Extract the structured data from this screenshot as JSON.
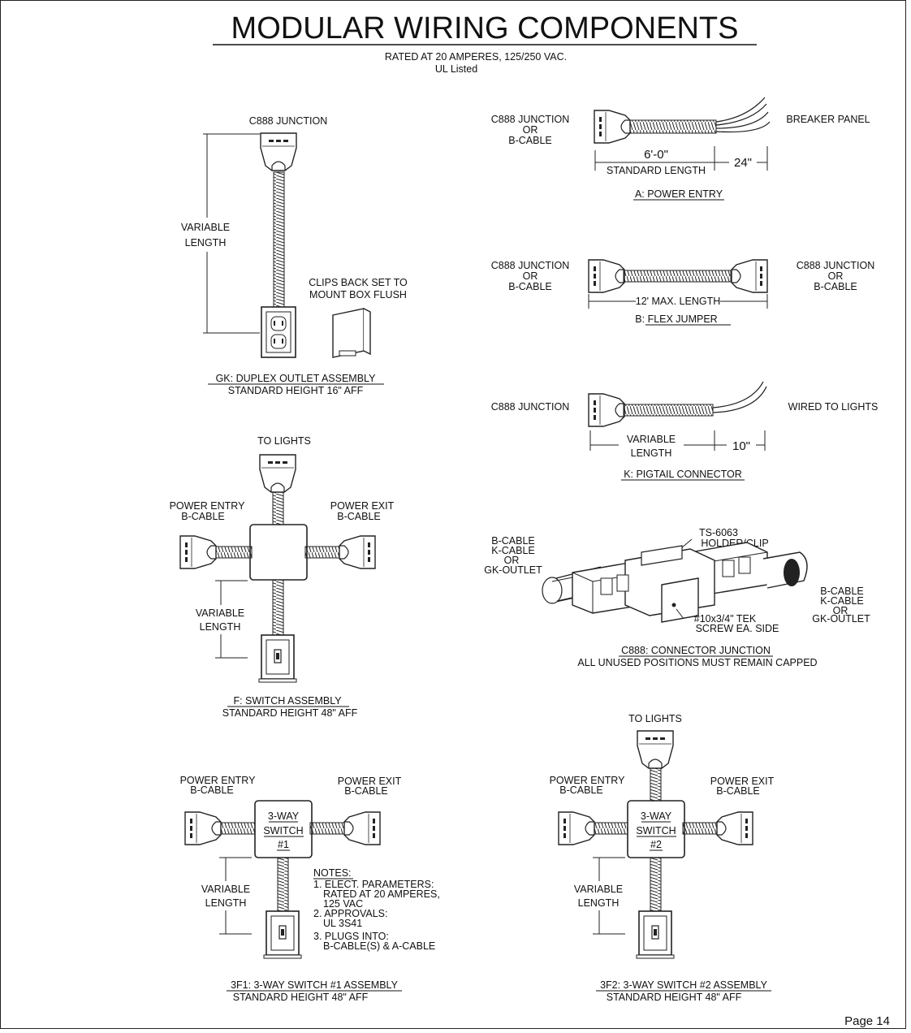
{
  "header": {
    "title": "MODULAR WIRING COMPONENTS",
    "rating": "RATED AT 20 AMPERES, 125/250 VAC.",
    "listing": "UL Listed"
  },
  "gk": {
    "top_label": "C888 JUNCTION",
    "variable_1": "VARIABLE",
    "variable_2": "LENGTH",
    "clips_1": "CLIPS BACK SET TO",
    "clips_2": "MOUNT BOX FLUSH",
    "caption": "GK: DUPLEX OUTLET ASSEMBLY",
    "subcaption": "STANDARD HEIGHT 16\" AFF"
  },
  "power_entry": {
    "left_1": "C888 JUNCTION",
    "left_2": "OR",
    "left_3": "B-CABLE",
    "right": "BREAKER PANEL",
    "dim_len": "6'-0\"",
    "dim_tail": "24\"",
    "dim_std": "STANDARD LENGTH",
    "caption": "A: POWER ENTRY"
  },
  "flex_jumper": {
    "left_1": "C888 JUNCTION",
    "left_2": "OR",
    "left_3": "B-CABLE",
    "right_1": "C888 JUNCTION",
    "right_2": "OR",
    "right_3": "B-CABLE",
    "dim": "12' MAX. LENGTH",
    "caption": "B: FLEX JUMPER"
  },
  "pigtail": {
    "left": "C888 JUNCTION",
    "right": "WIRED TO LIGHTS",
    "var_1": "VARIABLE",
    "var_2": "LENGTH",
    "dim_tail": "10\"",
    "caption": "K: PIGTAIL CONNECTOR"
  },
  "switch_f": {
    "top": "TO LIGHTS",
    "entry_1": "POWER ENTRY",
    "entry_2": "B-CABLE",
    "exit_1": "POWER EXIT",
    "exit_2": "B-CABLE",
    "var_1": "VARIABLE",
    "var_2": "LENGTH",
    "caption": "F: SWITCH ASSEMBLY",
    "subcaption": "STANDARD HEIGHT 48\" AFF"
  },
  "c888": {
    "holder_1": "TS-6063",
    "holder_2": "HOLDER/CLIP",
    "left_1": "B-CABLE",
    "left_2": "K-CABLE",
    "left_3": "OR",
    "left_4": "GK-OUTLET",
    "right_1": "B-CABLE",
    "right_2": "K-CABLE",
    "right_3": "OR",
    "right_4": "GK-OUTLET",
    "screw_1": "#10x3/4\" TEK",
    "screw_2": "SCREW EA. SIDE",
    "caption": "C888: CONNECTOR JUNCTION",
    "subcaption": "ALL UNUSED POSITIONS MUST REMAIN CAPPED"
  },
  "sw1": {
    "entry_1": "POWER ENTRY",
    "entry_2": "B-CABLE",
    "exit_1": "POWER EXIT",
    "exit_2": "B-CABLE",
    "box_1": "3-WAY",
    "box_2": "SWITCH",
    "box_3": "#1",
    "var_1": "VARIABLE",
    "var_2": "LENGTH",
    "caption": "3F1: 3-WAY SWITCH #1 ASSEMBLY",
    "subcaption": "STANDARD HEIGHT 48\" AFF"
  },
  "notes": {
    "heading": "NOTES:",
    "lines": [
      "1. ELECT. PARAMETERS:",
      "RATED AT 20 AMPERES,",
      "125 VAC",
      "2. APPROVALS:",
      "UL 3S41",
      "3. PLUGS INTO:",
      "B-CABLE(S) & A-CABLE"
    ]
  },
  "sw2": {
    "top": "TO LIGHTS",
    "entry_1": "POWER ENTRY",
    "entry_2": "B-CABLE",
    "exit_1": "POWER EXIT",
    "exit_2": "B-CABLE",
    "box_1": "3-WAY",
    "box_2": "SWITCH",
    "box_3": "#2",
    "var_1": "VARIABLE",
    "var_2": "LENGTH",
    "caption": "3F2: 3-WAY SWITCH #2 ASSEMBLY",
    "subcaption": "STANDARD HEIGHT 48\" AFF"
  },
  "footer": {
    "page": "Page 14"
  }
}
